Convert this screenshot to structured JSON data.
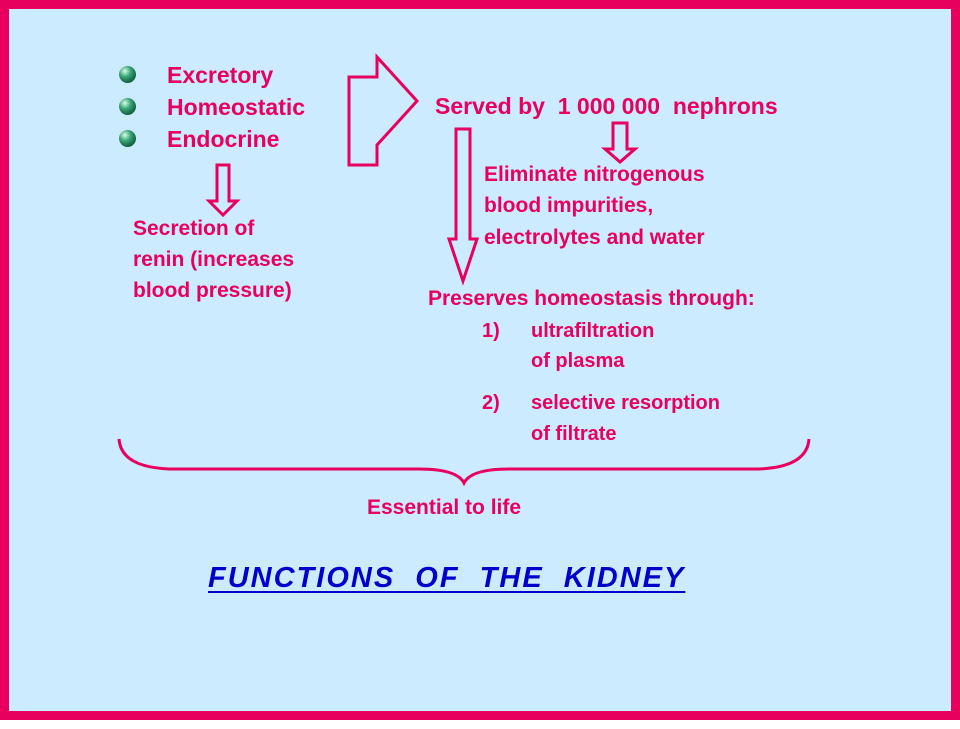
{
  "functions": [
    "Excretory",
    "Homeostatic",
    "Endocrine"
  ],
  "endocrine_result": [
    "Secretion of",
    "renin (increases",
    "blood pressure)"
  ],
  "nephrons": "Served by  1 000 000  nephrons",
  "eliminate": [
    "Eliminate nitrogenous",
    "blood impurities,",
    "electrolytes and water"
  ],
  "homeostasis": {
    "heading": "Preserves homeostasis through:",
    "items": [
      {
        "number": "1)",
        "lines": [
          "ultrafiltration",
          "of plasma"
        ]
      },
      {
        "number": "2)",
        "lines": [
          "selective resorption",
          "of filtrate"
        ]
      }
    ]
  },
  "conclusion": "Essential to life",
  "title": "FUNCTIONS  OF  THE  KIDNEY",
  "colors": {
    "accent": "#e8005f",
    "title": "#0000cc",
    "background": "#ccebff"
  }
}
